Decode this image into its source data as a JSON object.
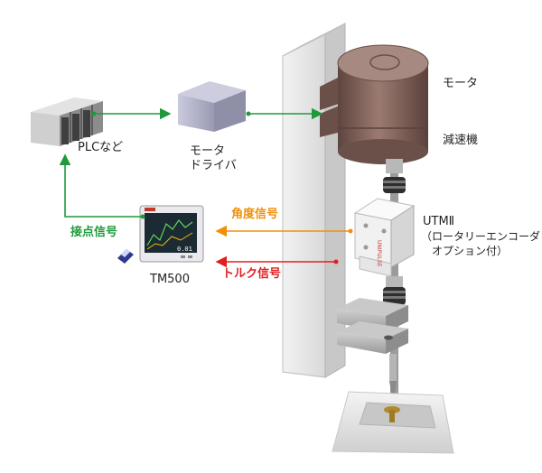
{
  "labels": {
    "plc": "PLCなど",
    "driver": "モータ\nドライバ",
    "motor": "モータ",
    "reducer": "減速機",
    "utm_title": "UTMⅡ",
    "utm_note": "（ロータリーエンコーダ\n　オプション付）",
    "tm500": "TM500",
    "contact_signal": "接点信号",
    "angle_signal": "角度信号",
    "torque_signal": "トルク信号",
    "sensor_brand": "UNIPULSE",
    "screen_value": "0.01"
  },
  "colors": {
    "contact_signal": "#1e9a3c",
    "angle_signal": "#f0900a",
    "torque_signal": "#e02020",
    "control_line": "#1e9a3c",
    "motor_body": "#8a6a62",
    "pillar": "#e4e4e4"
  },
  "icons": [
    "plc-device",
    "motor-driver-box",
    "tm500-indicator",
    "sd-card-icon",
    "motor",
    "reducer",
    "coupling",
    "utm-torque-sensor",
    "screwdriver-bit",
    "screw-workpiece"
  ]
}
